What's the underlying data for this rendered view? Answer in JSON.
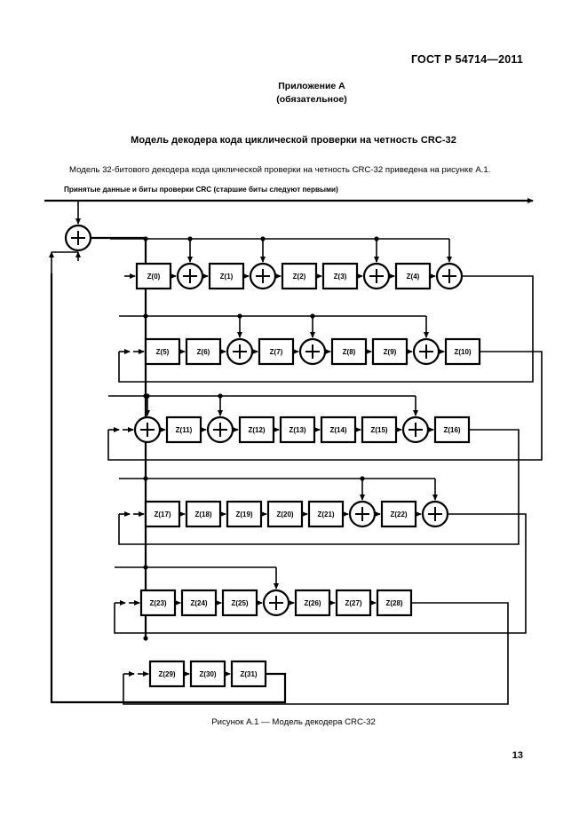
{
  "header": {
    "standard_id": "ГОСТ Р 54714—2011",
    "page_number": "13"
  },
  "annex": {
    "name": "Приложение А",
    "status": "(обязательное)"
  },
  "document": {
    "title": "Модель декодера кода циклической проверки на четность CRC-32",
    "intro_paragraph": "Модель 32-битового декодера кода циклической проверки на четность CRC-32 приведена на рисунке А.1.",
    "figure_caption": "Рисунок А.1 — Модель декодера CRC-32"
  },
  "figure": {
    "input_bus_label": "Принятые данные и биты проверки CRC (старшие биты следуют первыми)",
    "adder_symbol": "+",
    "rows": [
      {
        "index": 0,
        "elements": [
          {
            "type": "register",
            "label": "Z(0)"
          },
          {
            "type": "adder",
            "label": "+"
          },
          {
            "type": "register",
            "label": "Z(1)"
          },
          {
            "type": "adder",
            "label": "+"
          },
          {
            "type": "register",
            "label": "Z(2)"
          },
          {
            "type": "register",
            "label": "Z(3)"
          },
          {
            "type": "adder",
            "label": "+"
          },
          {
            "type": "register",
            "label": "Z(4)"
          },
          {
            "type": "adder",
            "label": "+"
          }
        ]
      },
      {
        "index": 1,
        "elements": [
          {
            "type": "register",
            "label": "Z(5)"
          },
          {
            "type": "register",
            "label": "Z(6)"
          },
          {
            "type": "adder",
            "label": "+"
          },
          {
            "type": "register",
            "label": "Z(7)"
          },
          {
            "type": "adder",
            "label": "+"
          },
          {
            "type": "register",
            "label": "Z(8)"
          },
          {
            "type": "register",
            "label": "Z(9)"
          },
          {
            "type": "adder",
            "label": "+"
          },
          {
            "type": "register",
            "label": "Z(10)"
          }
        ]
      },
      {
        "index": 2,
        "elements": [
          {
            "type": "adder",
            "label": "+"
          },
          {
            "type": "register",
            "label": "Z(11)"
          },
          {
            "type": "adder",
            "label": "+"
          },
          {
            "type": "register",
            "label": "Z(12)"
          },
          {
            "type": "register",
            "label": "Z(13)"
          },
          {
            "type": "register",
            "label": "Z(14)"
          },
          {
            "type": "register",
            "label": "Z(15)"
          },
          {
            "type": "adder",
            "label": "+"
          },
          {
            "type": "register",
            "label": "Z(16)"
          }
        ]
      },
      {
        "index": 3,
        "elements": [
          {
            "type": "register",
            "label": "Z(17)"
          },
          {
            "type": "register",
            "label": "Z(18)"
          },
          {
            "type": "register",
            "label": "Z(19)"
          },
          {
            "type": "register",
            "label": "Z(20)"
          },
          {
            "type": "register",
            "label": "Z(21)"
          },
          {
            "type": "adder",
            "label": "+"
          },
          {
            "type": "register",
            "label": "Z(22)"
          },
          {
            "type": "adder",
            "label": "+"
          }
        ]
      },
      {
        "index": 4,
        "elements": [
          {
            "type": "register",
            "label": "Z(23)"
          },
          {
            "type": "register",
            "label": "Z(24)"
          },
          {
            "type": "register",
            "label": "Z(25)"
          },
          {
            "type": "adder",
            "label": "+"
          },
          {
            "type": "register",
            "label": "Z(26)"
          },
          {
            "type": "register",
            "label": "Z(27)"
          },
          {
            "type": "register",
            "label": "Z(28)"
          }
        ]
      },
      {
        "index": 5,
        "elements": [
          {
            "type": "register",
            "label": "Z(29)"
          },
          {
            "type": "register",
            "label": "Z(30)"
          },
          {
            "type": "register",
            "label": "Z(31)"
          }
        ]
      }
    ],
    "input_adder": {
      "label": "+",
      "name": "input-xor-adder"
    },
    "colors": {
      "line": "#000000",
      "background": "#ffffff"
    }
  }
}
